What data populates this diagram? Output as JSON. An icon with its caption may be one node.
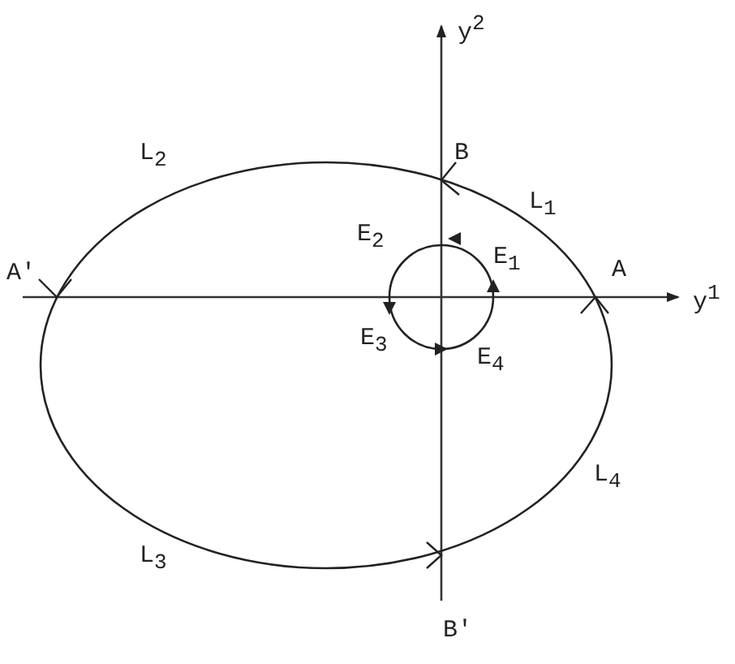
{
  "diagram": {
    "labels": [
      "y$^{2}$",
      "L$_{2}$",
      "B",
      "L$_{1}$",
      "E$_{2}$",
      "E$_{1}$",
      "A′",
      "A",
      "y$^{1}$",
      "E$_{3}$",
      "E$_{4}$",
      "L$_{4}$",
      "L$_{3}$",
      "B′"
    ]
  }
}
